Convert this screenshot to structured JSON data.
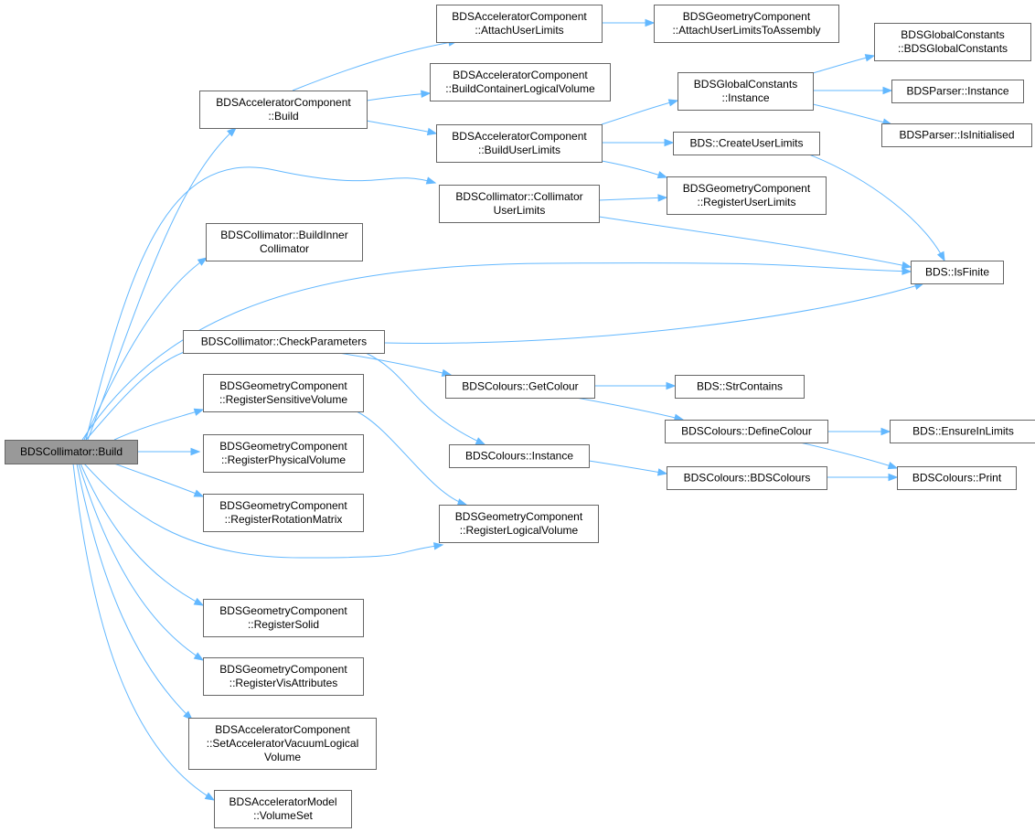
{
  "graph": {
    "root": "BDSCollimator::Build",
    "nodes": [
      {
        "id": "root",
        "lines": [
          "BDSCollimator::Build"
        ],
        "root": true
      },
      {
        "id": "acBuild",
        "lines": [
          "BDSAcceleratorComponent",
          "::Build"
        ]
      },
      {
        "id": "acAttach",
        "lines": [
          "BDSAcceleratorComponent",
          "::AttachUserLimits"
        ]
      },
      {
        "id": "gcAttachAsm",
        "lines": [
          "BDSGeometryComponent",
          "::AttachUserLimitsToAssembly"
        ]
      },
      {
        "id": "acBuildCont",
        "lines": [
          "BDSAcceleratorComponent",
          "::BuildContainerLogicalVolume"
        ]
      },
      {
        "id": "acBuildUL",
        "lines": [
          "BDSAcceleratorComponent",
          "::BuildUserLimits"
        ]
      },
      {
        "id": "gcInstance",
        "lines": [
          "BDSGlobalConstants",
          "::Instance"
        ]
      },
      {
        "id": "gcCtor",
        "lines": [
          "BDSGlobalConstants",
          "::BDSGlobalConstants"
        ]
      },
      {
        "id": "parserInst",
        "lines": [
          "BDSParser::Instance"
        ]
      },
      {
        "id": "parserInit",
        "lines": [
          "BDSParser::IsInitialised"
        ]
      },
      {
        "id": "createUL",
        "lines": [
          "BDS::CreateUserLimits"
        ]
      },
      {
        "id": "collUL",
        "lines": [
          "BDSCollimator::Collimator",
          "UserLimits"
        ]
      },
      {
        "id": "regUL",
        "lines": [
          "BDSGeometryComponent",
          "::RegisterUserLimits"
        ]
      },
      {
        "id": "isFinite",
        "lines": [
          "BDS::IsFinite"
        ]
      },
      {
        "id": "buildInner",
        "lines": [
          "BDSCollimator::BuildInner",
          "Collimator"
        ]
      },
      {
        "id": "checkParams",
        "lines": [
          "BDSCollimator::CheckParameters"
        ]
      },
      {
        "id": "getColour",
        "lines": [
          "BDSColours::GetColour"
        ]
      },
      {
        "id": "strContains",
        "lines": [
          "BDS::StrContains"
        ]
      },
      {
        "id": "defineColour",
        "lines": [
          "BDSColours::DefineColour"
        ]
      },
      {
        "id": "ensureInLimits",
        "lines": [
          "BDS::EnsureInLimits"
        ]
      },
      {
        "id": "coloursInst",
        "lines": [
          "BDSColours::Instance"
        ]
      },
      {
        "id": "coloursCtor",
        "lines": [
          "BDSColours::BDSColours"
        ]
      },
      {
        "id": "coloursPrint",
        "lines": [
          "BDSColours::Print"
        ]
      },
      {
        "id": "regSens",
        "lines": [
          "BDSGeometryComponent",
          "::RegisterSensitiveVolume"
        ]
      },
      {
        "id": "regPhys",
        "lines": [
          "BDSGeometryComponent",
          "::RegisterPhysicalVolume"
        ]
      },
      {
        "id": "regRot",
        "lines": [
          "BDSGeometryComponent",
          "::RegisterRotationMatrix"
        ]
      },
      {
        "id": "regLog",
        "lines": [
          "BDSGeometryComponent",
          "::RegisterLogicalVolume"
        ]
      },
      {
        "id": "regSolid",
        "lines": [
          "BDSGeometryComponent",
          "::RegisterSolid"
        ]
      },
      {
        "id": "regVis",
        "lines": [
          "BDSGeometryComponent",
          "::RegisterVisAttributes"
        ]
      },
      {
        "id": "setVac",
        "lines": [
          "BDSAcceleratorComponent",
          "::SetAcceleratorVacuumLogical",
          "Volume"
        ]
      },
      {
        "id": "volSet",
        "lines": [
          "BDSAcceleratorModel",
          "::VolumeSet"
        ]
      }
    ],
    "edges": [
      [
        "root",
        "acBuild"
      ],
      [
        "root",
        "collUL"
      ],
      [
        "root",
        "buildInner"
      ],
      [
        "root",
        "isFinite"
      ],
      [
        "root",
        "checkParams"
      ],
      [
        "root",
        "regSens"
      ],
      [
        "root",
        "regPhys"
      ],
      [
        "root",
        "regRot"
      ],
      [
        "root",
        "regLog"
      ],
      [
        "root",
        "regSolid"
      ],
      [
        "root",
        "regVis"
      ],
      [
        "root",
        "setVac"
      ],
      [
        "root",
        "volSet"
      ],
      [
        "acBuild",
        "acAttach"
      ],
      [
        "acBuild",
        "acBuildCont"
      ],
      [
        "acBuild",
        "acBuildUL"
      ],
      [
        "acAttach",
        "gcAttachAsm"
      ],
      [
        "acBuildUL",
        "gcInstance"
      ],
      [
        "acBuildUL",
        "createUL"
      ],
      [
        "acBuildUL",
        "regUL"
      ],
      [
        "gcInstance",
        "gcCtor"
      ],
      [
        "gcInstance",
        "parserInst"
      ],
      [
        "gcInstance",
        "parserInit"
      ],
      [
        "createUL",
        "isFinite"
      ],
      [
        "collUL",
        "regUL"
      ],
      [
        "collUL",
        "isFinite"
      ],
      [
        "checkParams",
        "isFinite"
      ],
      [
        "checkParams",
        "getColour"
      ],
      [
        "checkParams",
        "coloursInst"
      ],
      [
        "getColour",
        "strContains"
      ],
      [
        "getColour",
        "defineColour"
      ],
      [
        "defineColour",
        "ensureInLimits"
      ],
      [
        "defineColour",
        "coloursPrint"
      ],
      [
        "coloursInst",
        "coloursCtor"
      ],
      [
        "coloursCtor",
        "coloursPrint"
      ],
      [
        "regSens",
        "regLog"
      ]
    ],
    "colors": {
      "edge": "#63b8ff",
      "node_border": "#666666",
      "node_fill": "#ffffff",
      "root_fill": "#999999"
    }
  }
}
